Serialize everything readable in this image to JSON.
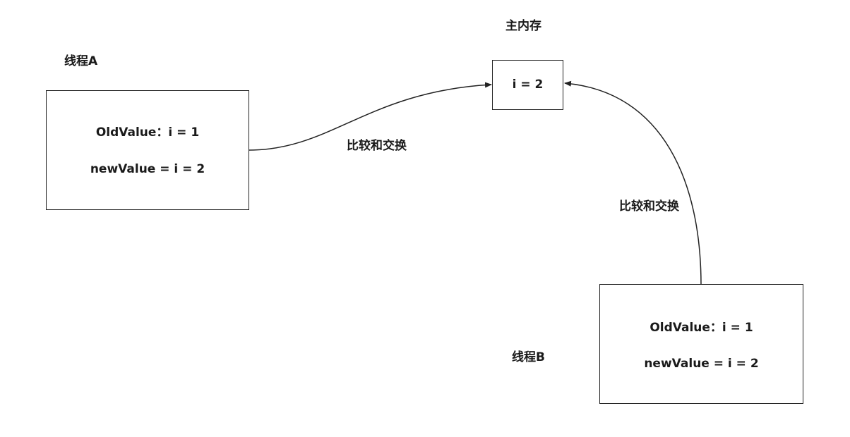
{
  "main_memory": {
    "title": "主内存",
    "value": "i = 2"
  },
  "thread_a": {
    "title": "线程A",
    "old_value": "OldValue：i = 1",
    "new_value": "newValue = i = 2"
  },
  "thread_b": {
    "title": "线程B",
    "old_value": "OldValue：i = 1",
    "new_value": "newValue = i = 2"
  },
  "edges": {
    "a_to_memory_label": "比较和交换",
    "b_to_memory_label": "比较和交换"
  },
  "colors": {
    "stroke": "#222222",
    "background": "#ffffff"
  }
}
